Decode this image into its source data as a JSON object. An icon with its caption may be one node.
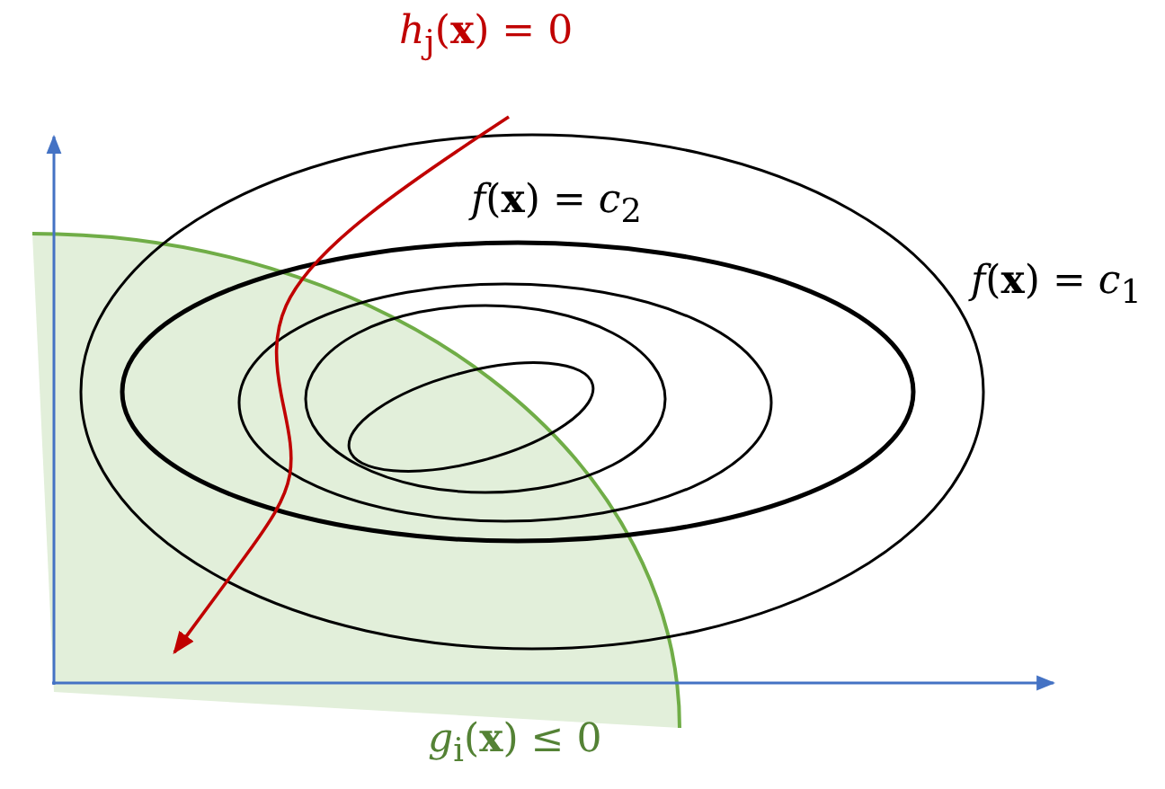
{
  "diagram": {
    "labels": [
      "*h*$_{j}$(**x**) = 0",
      "*f*(**x**) = *c*$_{2}$",
      "*f*(**x**) = *c*$_{1}$",
      "*g*$_{i}$(**x**) ≤  0"
    ]
  }
}
